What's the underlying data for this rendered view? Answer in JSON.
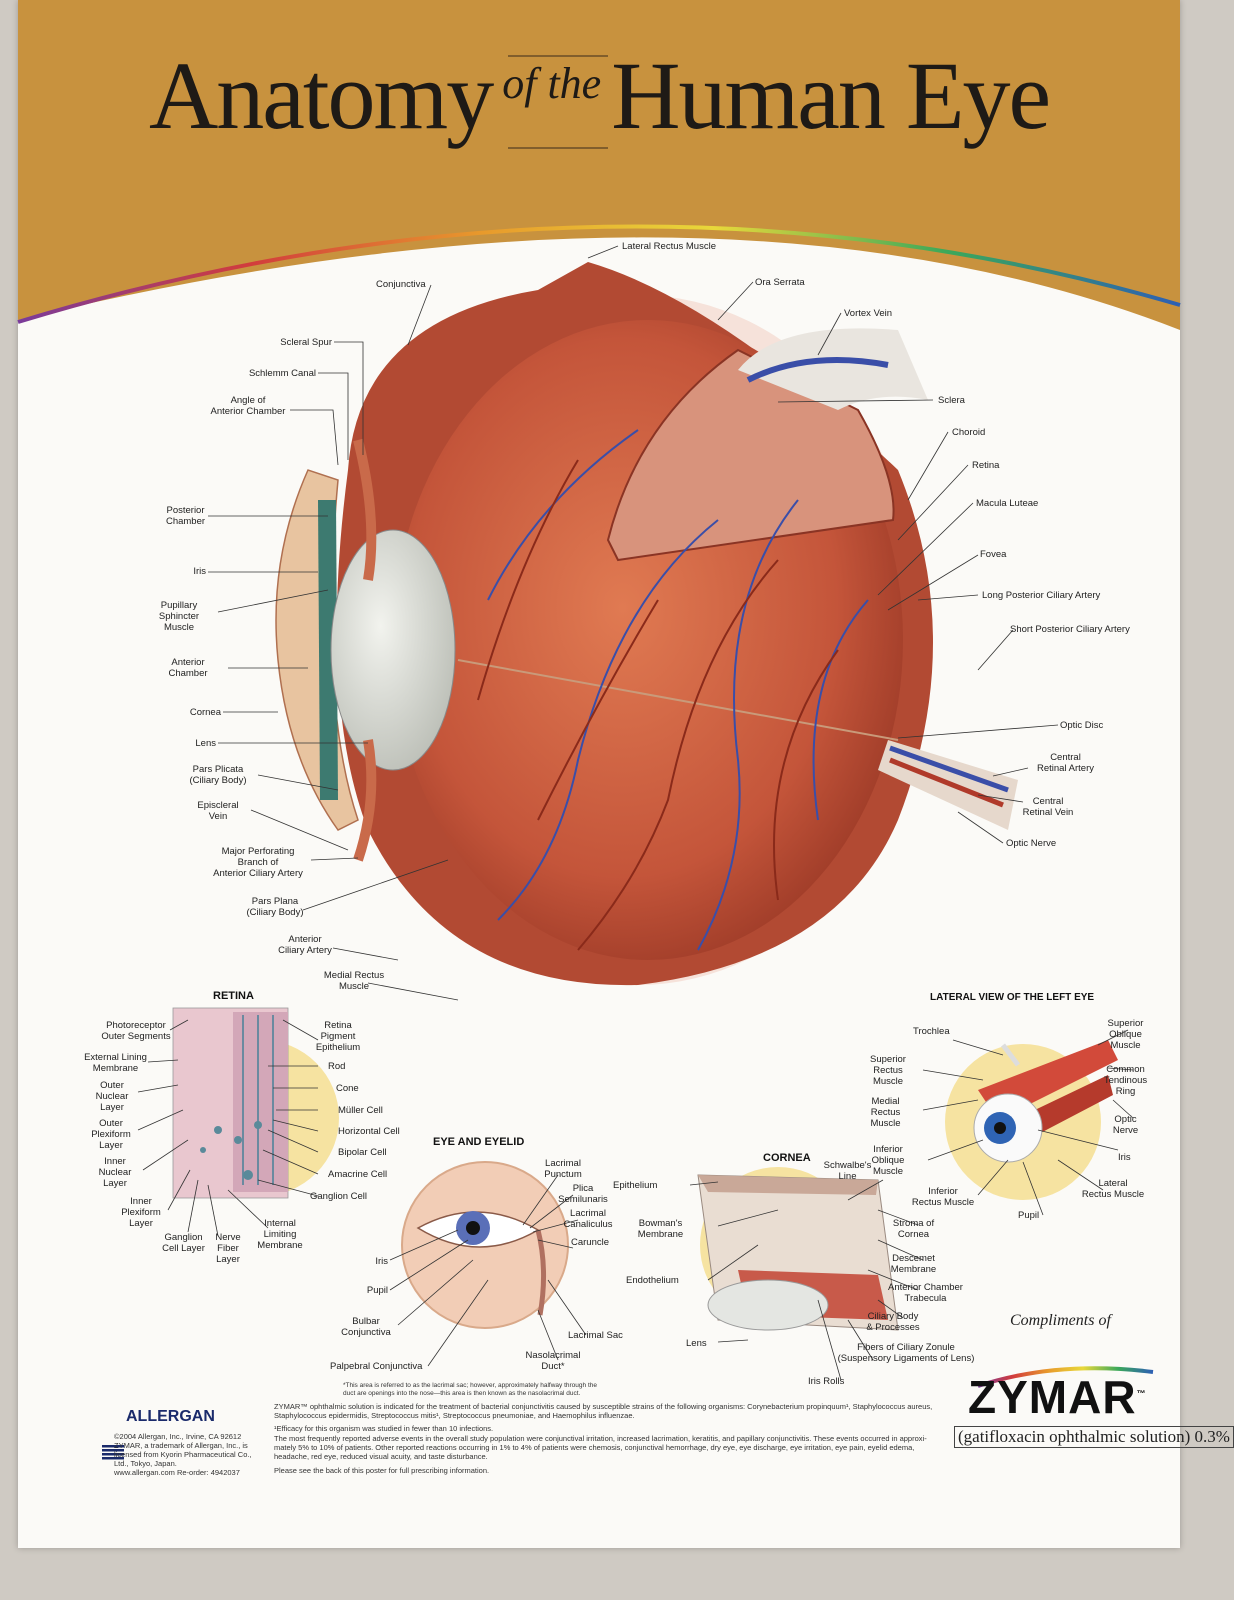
{
  "title": {
    "part1": "Anatomy",
    "part2": "of the",
    "part3": "Human Eye"
  },
  "colors": {
    "header": "#c8923e",
    "eyeball": "#c85a3a",
    "vein": "#3a4ea8",
    "lens": "#dfe2dc",
    "highlight": "#f3e7a6"
  },
  "main_labels": {
    "conjunctiva": "Conjunctiva",
    "lateral_rectus": "Lateral Rectus Muscle",
    "ora_serrata": "Ora Serrata",
    "vortex_vein": "Vortex Vein",
    "scleral_spur": "Scleral Spur",
    "schlemm": "Schlemm Canal",
    "angle": "Angle of\nAnterior Chamber",
    "sclera": "Sclera",
    "choroid": "Choroid",
    "retina": "Retina",
    "macula": "Macula Luteae",
    "posterior_chamber": "Posterior\nChamber",
    "fovea": "Fovea",
    "iris": "Iris",
    "long_ciliary": "Long Posterior Ciliary Artery",
    "pupillary": "Pupillary\nSphincter\nMuscle",
    "short_ciliary": "Short Posterior Ciliary Artery",
    "anterior_chamber": "Anterior\nChamber",
    "cornea": "Cornea",
    "optic_disc": "Optic Disc",
    "lens": "Lens",
    "central_artery": "Central\nRetinal Artery",
    "pars_plicata": "Pars Plicata\n(Ciliary Body)",
    "central_vein": "Central\nRetinal Vein",
    "episcleral": "Episcleral\nVein",
    "optic_nerve": "Optic Nerve",
    "major_perforating": "Major Perforating\nBranch of\nAnterior Ciliary Artery",
    "pars_plana": "Pars Plana\n(Ciliary Body)",
    "anterior_ciliary": "Anterior\nCiliary Artery",
    "medial_rectus": "Medial Rectus\nMuscle"
  },
  "retina_panel": {
    "title": "RETINA",
    "labels": {
      "photoreceptor": "Photoreceptor\nOuter Segments",
      "external_lining": "External Lining\nMembrane",
      "outer_nuclear": "Outer\nNuclear\nLayer",
      "outer_plexiform": "Outer\nPlexiform\nLayer",
      "inner_nuclear": "Inner\nNuclear\nLayer",
      "inner_plexiform": "Inner\nPlexiform\nLayer",
      "ganglion_layer": "Ganglion\nCell Layer",
      "nerve_fiber": "Nerve\nFiber\nLayer",
      "internal_limiting": "Internal\nLimiting\nMembrane",
      "rpe": "Retina\nPigment\nEpithelium",
      "rod": "Rod",
      "cone": "Cone",
      "muller": "Müller Cell",
      "horizontal": "Horizontal Cell",
      "bipolar": "Bipolar Cell",
      "amacrine": "Amacrine Cell",
      "ganglion_cell": "Ganglion Cell"
    }
  },
  "eyelid_panel": {
    "title": "EYE AND EYELID",
    "labels": {
      "lacrimal_punctum": "Lacrimal\nPunctum",
      "plica": "Plica\nSemilunaris",
      "canaliculus": "Lacrimal\nCanaliculus",
      "caruncle": "Caruncle",
      "iris": "Iris",
      "pupil": "Pupil",
      "bulbar": "Bulbar\nConjunctiva",
      "lacrimal_sac": "Lacrimal Sac",
      "palpebral": "Palpebral Conjunctiva",
      "nasolacrimal": "Nasolacrimal\nDuct*"
    },
    "footnote": "*This area is referred to as the lacrimal sac; however, approximately halfway through the\nduct are openings into the nose—this area is then known as the nasolacrimal duct."
  },
  "cornea_panel": {
    "title": "CORNEA",
    "labels": {
      "epithelium": "Epithelium",
      "schwalbe": "Schwalbe's\nLine",
      "bowman": "Bowman's\nMembrane",
      "stroma": "Stroma of\nCornea",
      "descemet": "Descemet\nMembrane",
      "endothelium": "Endothelium",
      "trabecula": "Anterior Chamber\nTrabecula",
      "ciliary_body": "Ciliary Body\n& Processes",
      "lens": "Lens",
      "fibers": "Fibers of Ciliary Zonule\n(Suspensory Ligaments of Lens)",
      "iris_rolls": "Iris Rolls"
    }
  },
  "lateral_panel": {
    "title": "LATERAL VIEW OF THE LEFT EYE",
    "labels": {
      "trochlea": "Trochlea",
      "superior_oblique": "Superior\nOblique\nMuscle",
      "superior_rectus": "Superior\nRectus\nMuscle",
      "common_ring": "Common\nTendinous\nRing",
      "medial_rectus": "Medial\nRectus\nMuscle",
      "optic_nerve": "Optic\nNerve",
      "inferior_oblique": "Inferior\nOblique\nMuscle",
      "iris": "Iris",
      "inferior_rectus": "Inferior\nRectus Muscle",
      "lateral_rectus": "Lateral\nRectus Muscle",
      "pupil": "Pupil"
    }
  },
  "footer": {
    "allergan": "ALLERGAN",
    "copyright": "©2004 Allergan, Inc., Irvine, CA 92612\nZYMAR, a trademark of Allergan, Inc., is\nlicensed from Kyorin Pharmaceutical Co.,\nLtd., Tokyo, Japan.\nwww.allergan.com  Re-order: 4942037",
    "indication": "ZYMAR™ ophthalmic solution is indicated for the treatment of bacterial conjunctivitis caused by susceptible strains of the following organisms: Corynebacterium propinquum¹, Staphylococcus aureus,\nStaphylococcus epidermidis, Streptococcus mitis¹, Streptococcus pneumoniae, and Haemophilus influenzae.",
    "efficacy": "¹Efficacy for this organism was studied in fewer than 10 infections.",
    "adverse": "The most frequently reported adverse events in the overall study population were conjunctival irritation, increased lacrimation, keratitis, and papillary conjunctivitis. These events occurred in approxi-\nmately 5% to 10% of patients. Other reported reactions occurring in 1% to 4% of patients were chemosis, conjunctival hemorrhage, dry eye, eye discharge, eye irritation, eye pain, eyelid edema,\nheadache, red eye, reduced visual acuity, and taste disturbance.",
    "see_back": "Please see the back of this poster for full prescribing information.",
    "compliments": "Compliments of",
    "brand": "ZYMAR",
    "tm": "™",
    "product": "(gatifloxacin ophthalmic solution) 0.3%"
  }
}
